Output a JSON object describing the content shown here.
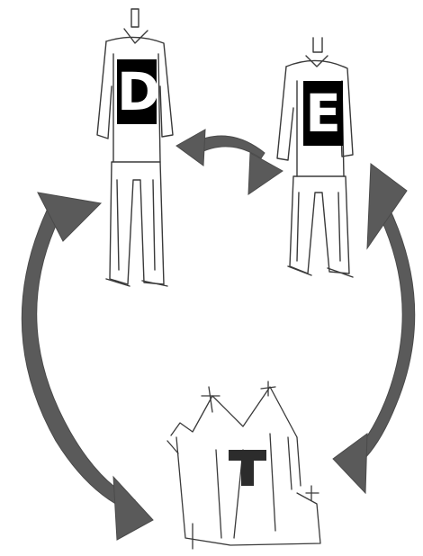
{
  "labels": {
    "figure_left": "D",
    "figure_right": "E",
    "bottom_structure": "T"
  },
  "colors": {
    "background": "#ffffff",
    "arrow": "#5a5a5a",
    "outline": "#3a3a3a",
    "label_box": "#000000",
    "label_text": "#ffffff"
  }
}
